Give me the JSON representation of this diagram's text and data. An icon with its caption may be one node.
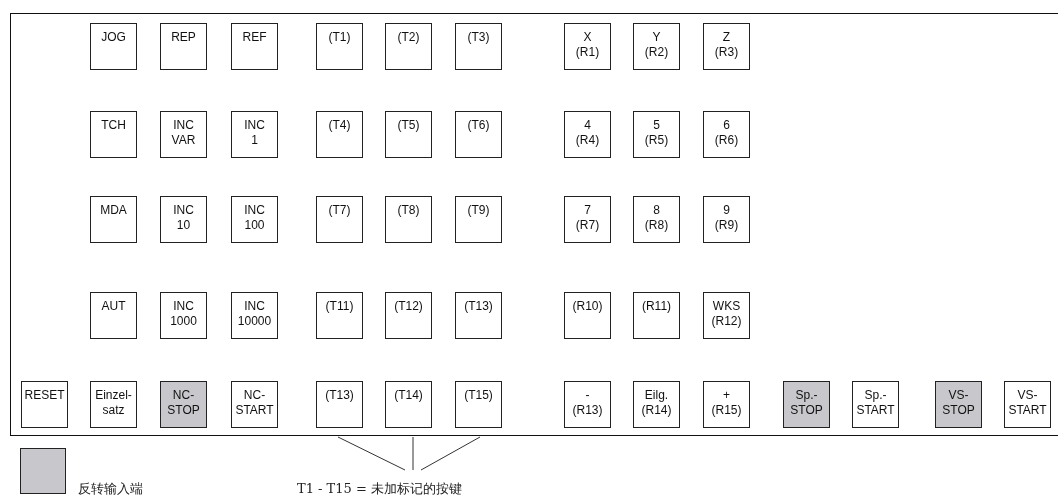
{
  "diagram": {
    "nodes": [
      {
        "text": [],
        "shape": "box"
      },
      {
        "text": [
          "JOG"
        ],
        "in": 0
      },
      {
        "text": [
          "REP"
        ],
        "in": 0
      },
      {
        "text": [
          "REF"
        ],
        "in": 0
      },
      {
        "text": [
          "(T1)"
        ],
        "in": 0
      },
      {
        "text": [
          "(T2)"
        ],
        "in": 0
      },
      {
        "text": [
          "(T3)"
        ],
        "in": 0
      },
      {
        "text": [
          "X (R1)"
        ],
        "in": 0
      },
      {
        "text": [
          "Y (R2)"
        ],
        "in": 0
      },
      {
        "text": [
          "Z (R3)"
        ],
        "in": 0
      },
      {
        "text": [
          "TCH"
        ],
        "in": 0
      },
      {
        "text": [
          "INC VAR"
        ],
        "in": 0
      },
      {
        "text": [
          "INC 1"
        ],
        "in": 0
      },
      {
        "text": [
          "(T4)"
        ],
        "in": 0
      },
      {
        "text": [
          "(T5)"
        ],
        "in": 0
      },
      {
        "text": [
          "(T6)"
        ],
        "in": 0
      },
      {
        "text": [
          "4 (R4)"
        ],
        "in": 0
      },
      {
        "text": [
          "5 (R5)"
        ],
        "in": 0
      },
      {
        "text": [
          "6 (R6)"
        ],
        "in": 0
      },
      {
        "text": [
          "MDA"
        ],
        "in": 0
      },
      {
        "text": [
          "INC 10"
        ],
        "in": 0
      },
      {
        "text": [
          "INC 100"
        ],
        "in": 0
      },
      {
        "text": [
          "(T7)"
        ],
        "in": 0
      },
      {
        "text": [
          "(T8)"
        ],
        "in": 0
      },
      {
        "text": [
          "(T9)"
        ],
        "in": 0
      },
      {
        "text": [
          "7 (R7)"
        ],
        "in": 0
      },
      {
        "text": [
          "8 (R8)"
        ],
        "in": 0
      },
      {
        "text": [
          "9 (R9)"
        ],
        "in": 0
      },
      {
        "text": [
          "AUT"
        ],
        "in": 0
      },
      {
        "text": [
          "INC 1000"
        ],
        "in": 0
      },
      {
        "text": [
          "INC 10000"
        ],
        "in": 0
      },
      {
        "text": [
          "(T11)"
        ],
        "in": 0
      },
      {
        "text": [
          "(T12)"
        ],
        "in": 0
      },
      {
        "text": [
          "(T13)"
        ],
        "in": 0
      },
      {
        "text": [
          "(R10)"
        ],
        "in": 0
      },
      {
        "text": [
          "(R11)"
        ],
        "in": 0
      },
      {
        "text": [
          "WKS (R12)"
        ],
        "in": 0
      },
      {
        "text": [
          "RESET"
        ],
        "in": 0
      },
      {
        "text": [
          "Einzel-satz"
        ],
        "in": 0
      },
      {
        "text": [
          "NC-STOP"
        ],
        "in": 0
      },
      {
        "text": [
          "NC-START"
        ],
        "in": 0
      },
      {
        "text": [
          "(T13)"
        ],
        "in": 0
      },
      {
        "text": [
          "(T14)"
        ],
        "in": 0
      },
      {
        "text": [
          "(T15)"
        ],
        "in": 0
      },
      {
        "text": [
          "- (R13)"
        ],
        "in": 0
      },
      {
        "text": [
          "Eilg. (R14)"
        ],
        "in": 0
      },
      {
        "text": [
          "+ (R15)"
        ],
        "in": 0
      },
      {
        "text": [
          "Sp.-STOP"
        ],
        "in": 0
      },
      {
        "text": [
          "Sp.-START"
        ],
        "in": 0
      },
      {
        "text": [
          "VS-STOP"
        ],
        "in": 0
      },
      {
        "text": [
          "VS-START"
        ],
        "in": 0
      },
      {
        "text": [
          "T1 - T15 = 未加标记的按键"
        ]
      }
    ],
    "edges": [
      {
        "from": 51,
        "to": 0,
        "arrow": "none"
      },
      {
        "from": 51,
        "to": 0,
        "arrow": "none"
      },
      {
        "from": 51,
        "to": 0,
        "arrow": "none"
      }
    ],
    "legend": [
      {
        "text": "反转输入端",
        "color": "#c8c8cc"
      }
    ]
  }
}
